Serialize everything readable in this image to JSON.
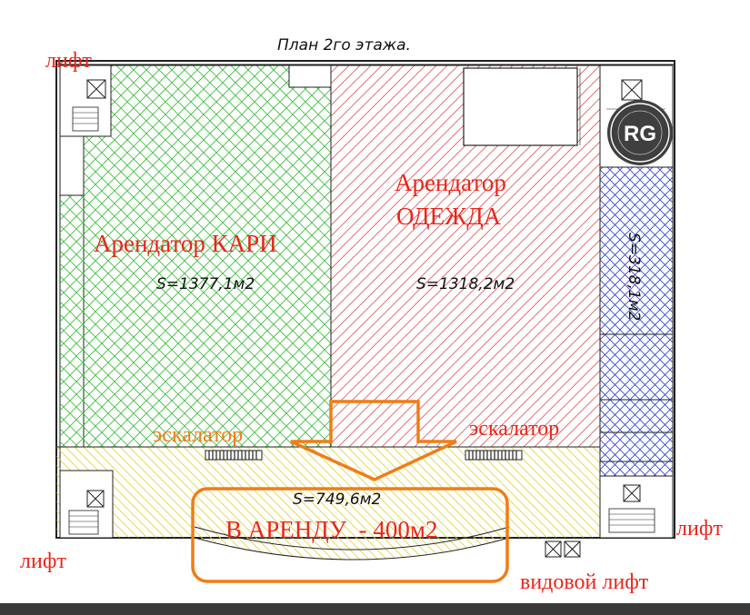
{
  "plan": {
    "title": "План 2го этажа.",
    "colors": {
      "kari": "#3fbf3f",
      "odezhda": "#e06060",
      "blue": "#3340c8",
      "yellow": "#e2d23a",
      "red_text": "#e8261c",
      "orange": "#f07d17"
    },
    "zones": {
      "kari": {
        "name": "Арендатор КАРИ",
        "area": "S=1377,1м2"
      },
      "odezhda": {
        "name_line1": "Арендатор",
        "name_line2": "ОДЕЖДА",
        "area": "S=1318,2м2"
      },
      "blue": {
        "area": "S=318,1м2"
      },
      "gallery": {
        "area": "S=749,6м2"
      }
    },
    "callout": "В АРЕНДУ  - 400м2",
    "labels": {
      "lift_top_left": "лифт",
      "lift_bottom_left": "лифт",
      "lift_bottom_right": "лифт",
      "panoramic_lift": "видовой лифт",
      "escalator_left": "эскалатор",
      "escalator_right": "эскалатор"
    },
    "logo_text": "RG"
  }
}
